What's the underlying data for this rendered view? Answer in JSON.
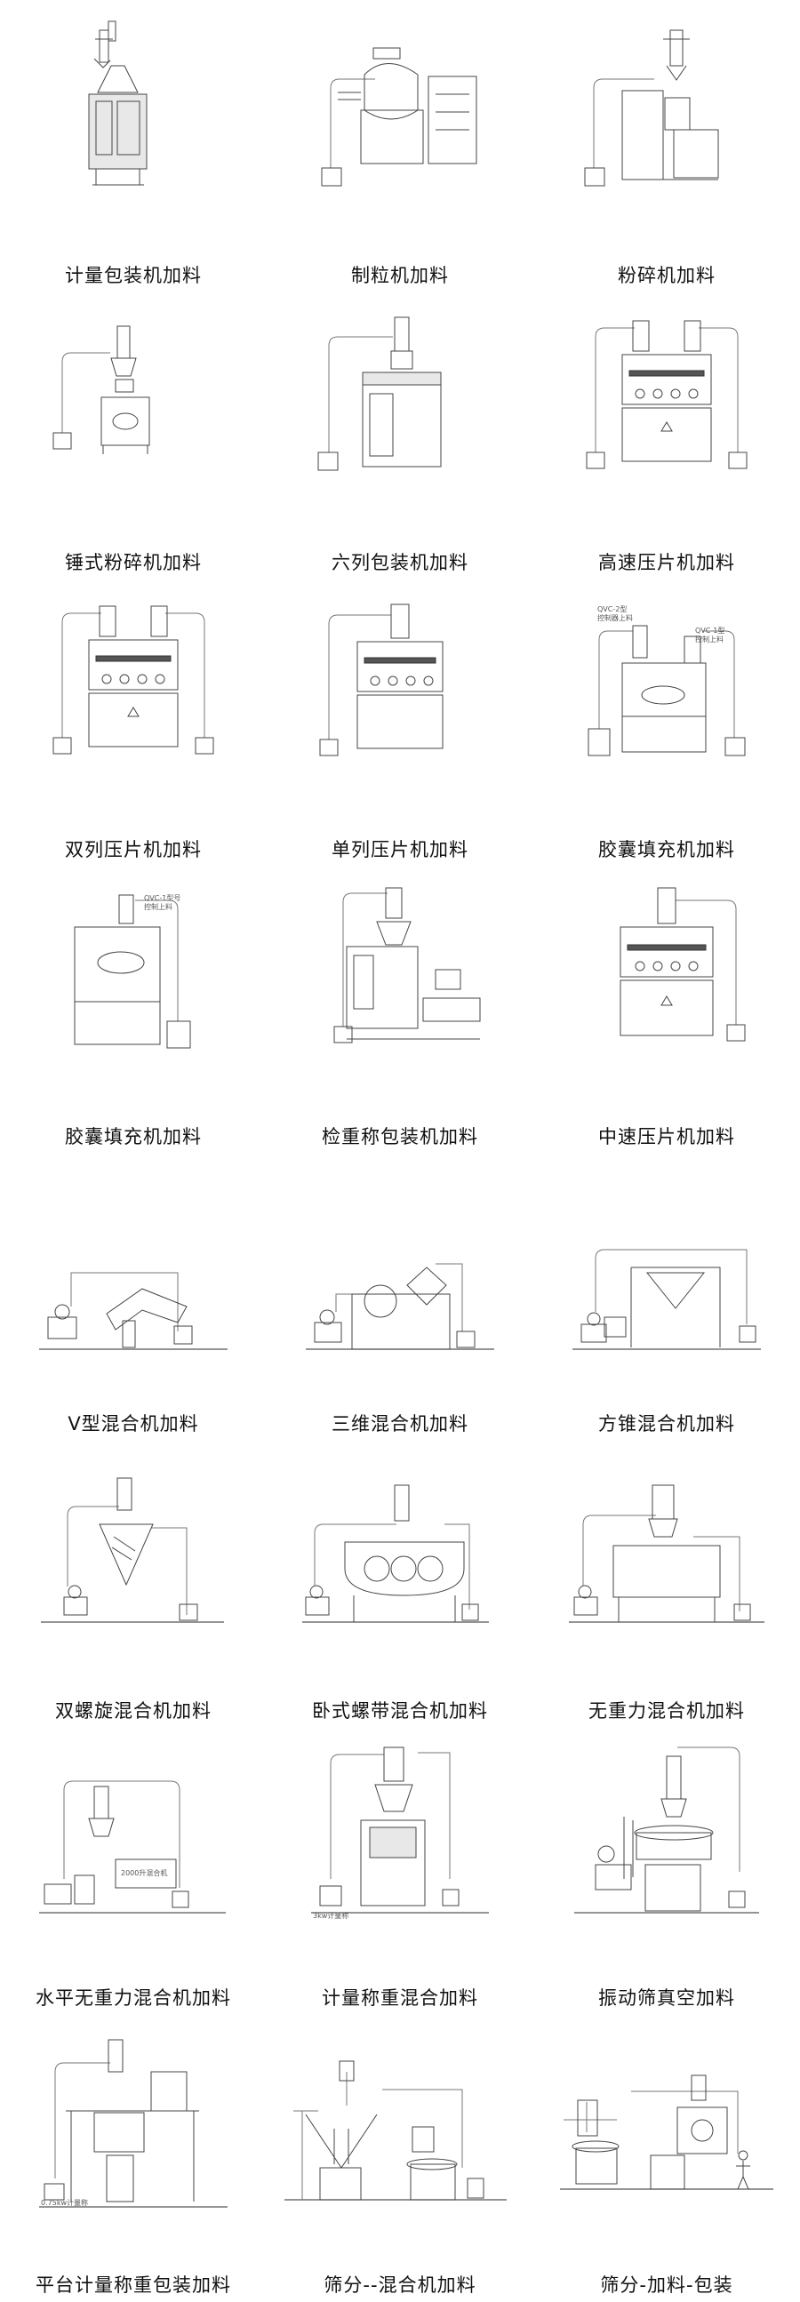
{
  "items": [
    {
      "caption": "计量包装机加料",
      "icon": "vertical-packing-machine"
    },
    {
      "caption": "制粒机加料",
      "icon": "granulator"
    },
    {
      "caption": "粉碎机加料",
      "icon": "crusher"
    },
    {
      "caption": "锤式粉碎机加料",
      "icon": "hammer-mill"
    },
    {
      "caption": "六列包装机加料",
      "icon": "six-lane-packer"
    },
    {
      "caption": "高速压片机加料",
      "icon": "tablet-press"
    },
    {
      "caption": "双列压片机加料",
      "icon": "tablet-press"
    },
    {
      "caption": "单列压片机加料",
      "icon": "tablet-press"
    },
    {
      "caption": "胶囊填充机加料",
      "icon": "capsule-filler",
      "labels": [
        "QVC-2型",
        "控制器上料",
        "QVC-1型",
        "控制上料"
      ]
    },
    {
      "caption": "胶囊填充机加料",
      "icon": "capsule-filler",
      "labels": [
        "QVC-1型号",
        "控制上料"
      ]
    },
    {
      "caption": "检重称包装机加料",
      "icon": "checkweigher-packer"
    },
    {
      "caption": "中速压片机加料",
      "icon": "tablet-press"
    },
    {
      "caption": "V型混合机加料",
      "icon": "v-mixer"
    },
    {
      "caption": "三维混合机加料",
      "icon": "3d-mixer"
    },
    {
      "caption": "方锥混合机加料",
      "icon": "cone-mixer"
    },
    {
      "caption": "双螺旋混合机加料",
      "icon": "double-screw-mixer"
    },
    {
      "caption": "卧式螺带混合机加料",
      "icon": "ribbon-mixer"
    },
    {
      "caption": "无重力混合机加料",
      "icon": "gravity-free-mixer"
    },
    {
      "caption": "水平无重力混合机加料",
      "icon": "horizontal-mixer",
      "labels": [
        "2000升混合机"
      ]
    },
    {
      "caption": "计量称重混合加料",
      "icon": "weighing-mixer",
      "labels": [
        "3kw计量称"
      ]
    },
    {
      "caption": "振动筛真空加料",
      "icon": "vibrating-sieve"
    },
    {
      "caption": "平台计量称重包装加料",
      "icon": "platform-packer",
      "labels": [
        "0.75kw计量称"
      ]
    },
    {
      "caption": "筛分--混合机加料",
      "icon": "sieve-mixer"
    },
    {
      "caption": "筛分-加料-包装",
      "icon": "sieve-pack-line"
    }
  ]
}
